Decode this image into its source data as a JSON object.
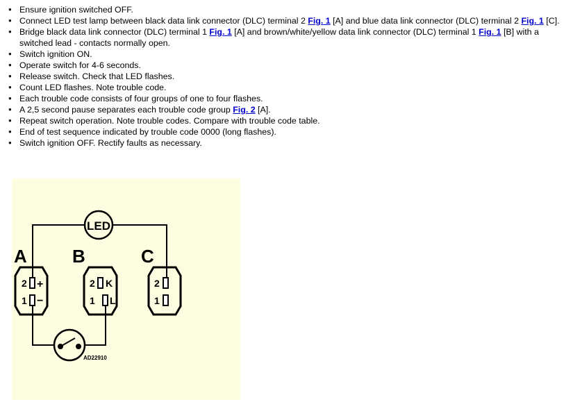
{
  "steps": [
    {
      "pre": "Ensure ignition switched OFF."
    },
    {
      "pre": "Connect LED test lamp between black data link connector (DLC) terminal 2 ",
      "link1": "Fig. 1",
      "mid": " [A] and blue data link connector (DLC) terminal 2 ",
      "link2": "Fig. 1",
      "post": " [C]."
    },
    {
      "pre": "Bridge black data link connector (DLC) terminal 1 ",
      "link1": "Fig. 1",
      "mid": " [A] and brown/white/yellow data link connector (DLC) terminal 1 ",
      "link2": "Fig. 1",
      "post": " [B] with a switched lead - contacts normally open."
    },
    {
      "pre": "Switch ignition ON."
    },
    {
      "pre": "Operate switch for 4-6 seconds."
    },
    {
      "pre": "Release switch. Check that LED flashes."
    },
    {
      "pre": "Count LED flashes. Note trouble code."
    },
    {
      "pre": "Each trouble code consists of four groups of one to four flashes."
    },
    {
      "pre": "A 2,5 second pause separates each trouble code group ",
      "link1": "Fig. 2",
      "mid": " [A]."
    },
    {
      "pre": "Repeat switch operation. Note trouble codes. Compare with trouble code table."
    },
    {
      "pre": "End of test sequence indicated by trouble code 0000 (long flashes)."
    },
    {
      "pre": "Switch ignition OFF. Rectify faults as necessary."
    }
  ],
  "figure": {
    "lamp_label": "LED",
    "connectors": [
      {
        "label": "A",
        "pin2": "2",
        "pin1": "1",
        "mark2": "+",
        "mark1": "−"
      },
      {
        "label": "B",
        "pin2": "2",
        "pin1": "1",
        "mark2": "K",
        "mark1": "L"
      },
      {
        "label": "C",
        "pin2": "2",
        "pin1": "1",
        "mark2": "",
        "mark1": ""
      }
    ],
    "code": "AD22910",
    "background": "#fdfde1"
  }
}
